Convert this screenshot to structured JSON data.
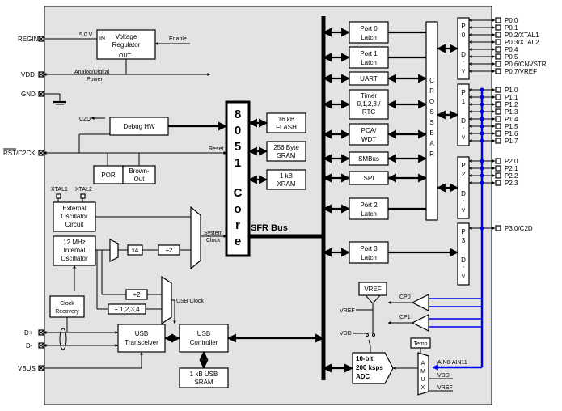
{
  "pins_left": {
    "regin": "REGIN",
    "vdd": "VDD",
    "gnd": "GND",
    "rst": "RST/C2CK",
    "xtal1": "XTAL1",
    "xtal2": "XTAL2",
    "dplus": "D+",
    "dminus": "D-",
    "vbus": "VBUS"
  },
  "regulator": {
    "title_line1": "Voltage",
    "title_line2": "Regulator",
    "in": "IN",
    "out": "OUT",
    "enable": "Enable",
    "input_voltage": "5.0 V",
    "power_line1": "Analog/Digital",
    "power_line2": "Power"
  },
  "debug": {
    "label": "Debug HW",
    "c2d": "C2D",
    "reset": "Reset"
  },
  "por": {
    "por": "POR",
    "brownout_line1": "Brown-",
    "brownout_line2": "Out"
  },
  "core": {
    "chars": [
      "8",
      "0",
      "5",
      "1",
      "C",
      "o",
      "r",
      "e"
    ]
  },
  "memory": {
    "flash_line1": "16 kB",
    "flash_line2": "FLASH",
    "sram_line1": "256 Byte",
    "sram_line2": "SRAM",
    "xram_line1": "1 kB",
    "xram_line2": "XRAM"
  },
  "sfr_bus": "SFR Bus",
  "oscillators": {
    "ext_line1": "External",
    "ext_line2": "Oscillator",
    "ext_line3": "Circuit",
    "int_line1": "12 MHz",
    "int_line2": "Internal",
    "int_line3": "Oscillator",
    "x4": "x4",
    "div2_a": "÷2",
    "div2_b": "÷2",
    "div_1234": "÷ 1,2,3,4",
    "system_clock_line1": "System",
    "system_clock_line2": "Clock",
    "usb_clock": "USB Clock",
    "clock_recovery_line1": "Clock",
    "clock_recovery_line2": "Recovery"
  },
  "usb": {
    "transceiver_line1": "USB",
    "transceiver_line2": "Transceiver",
    "controller_line1": "USB",
    "controller_line2": "Controller",
    "sram_line1": "1 kB USB",
    "sram_line2": "SRAM"
  },
  "peripherals": {
    "port0_line1": "Port 0",
    "port0_line2": "Latch",
    "port1_line1": "Port 1",
    "port1_line2": "Latch",
    "uart": "UART",
    "timer_line1": "Timer",
    "timer_line2": "0,1,2,3 /",
    "timer_line3": "RTC",
    "pca_line1": "PCA/",
    "pca_line2": "WDT",
    "smbus": "SMBus",
    "spi": "SPI",
    "port2_line1": "Port 2",
    "port2_line2": "Latch",
    "port3_line1": "Port 3",
    "port3_line2": "Latch"
  },
  "crossbar_letters": [
    "C",
    "R",
    "O",
    "S",
    "S",
    "B",
    "A",
    "R"
  ],
  "drivers": {
    "p0": [
      "P",
      "0",
      "D",
      "r",
      "v"
    ],
    "p1": [
      "P",
      "1",
      "D",
      "r",
      "v"
    ],
    "p2": [
      "P",
      "2",
      "D",
      "r",
      "v"
    ],
    "p3": [
      "P",
      "3",
      "D",
      "r",
      "v"
    ]
  },
  "pins_right": {
    "p0": [
      "P0.0",
      "P0.1",
      "P0.2/XTAL1",
      "P0.3/XTAL2",
      "P0.4",
      "P0.5",
      "P0.6/CNVSTR",
      "P0.7/VREF"
    ],
    "p1": [
      "P1.0",
      "P1.1",
      "P1.2",
      "P1.3",
      "P1.4",
      "P1.5",
      "P1.6",
      "P1.7"
    ],
    "p2": [
      "P2.0",
      "P2.1",
      "P2.2",
      "P2.3"
    ],
    "p3": [
      "P3.0/C2D"
    ]
  },
  "analog": {
    "vref_box": "VREF",
    "vref": "VREF",
    "vdd": "VDD",
    "cp0": "CP0",
    "cp1": "CP1",
    "adc_line1": "10-bit",
    "adc_line2": "200 ksps",
    "adc_line3": "ADC",
    "temp": "Temp",
    "amux_letters": [
      "A",
      "M",
      "U",
      "X"
    ],
    "ain": "AIN0-AIN11",
    "amux_vdd": "VDD",
    "amux_vref": "VREF"
  },
  "colors": {
    "background_panel": "#e3e3e3",
    "analog_bus": "#0000ee"
  }
}
